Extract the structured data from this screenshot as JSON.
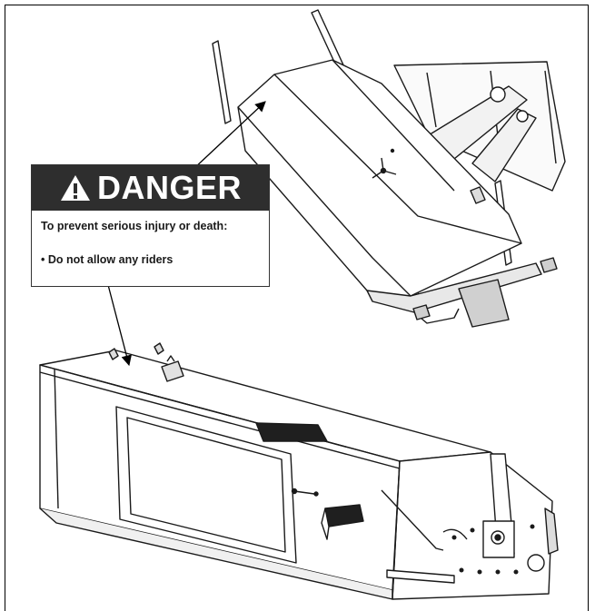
{
  "decal": {
    "signal_word": "DANGER",
    "instruction": "To prevent serious injury or death:",
    "rule": "• Do not allow any riders"
  },
  "icons": {
    "alert": "warning-triangle-icon"
  },
  "colors": {
    "decal_header": "#2e2e2e",
    "line_art": "#1a1a1a",
    "background": "#ffffff"
  }
}
